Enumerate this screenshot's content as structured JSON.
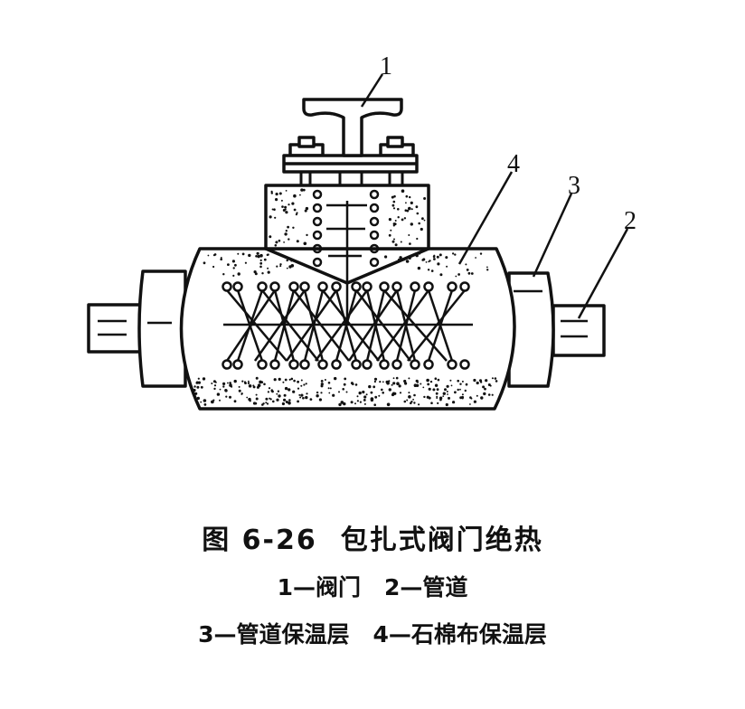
{
  "figure": {
    "labels": {
      "l1": "1",
      "l2": "2",
      "l3": "3",
      "l4": "4"
    },
    "caption": {
      "number": "图 6-26",
      "title": "包扎式阀门绝热",
      "legend": [
        "1—阀门",
        "2—管道",
        "3—管道保温层",
        "4—石棉布保温层"
      ]
    }
  },
  "colors": {
    "ink": "#111111",
    "background": "#ffffff"
  }
}
